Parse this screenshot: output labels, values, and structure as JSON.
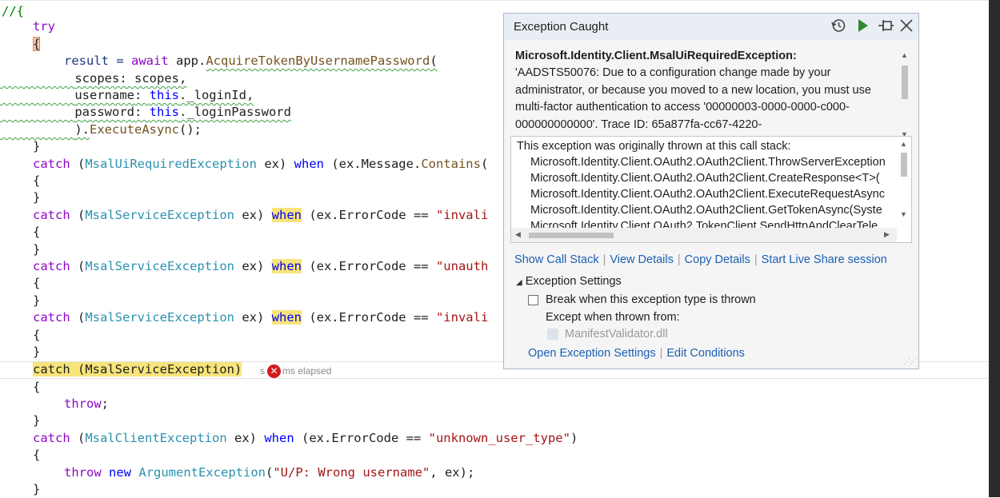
{
  "code": {
    "l0": "//{",
    "l1_try": "try",
    "l2_brace": "{",
    "l3_result": "result = ",
    "l3_await": "await",
    "l3_app": " app.",
    "l3_method": "AcquireTokenByUsernamePassword",
    "l3_paren": "(",
    "l4_name": "scopes",
    "l4_rest": ": scopes,",
    "l5_name": "username",
    "l5_colon": ": ",
    "l5_this": "this",
    "l5_rest": "._loginId,",
    "l6_name": "password",
    "l6_colon": ": ",
    "l6_this": "this",
    "l6_rest": "._loginPassword",
    "l7_open": ").",
    "l7_method": "ExecuteAsync",
    "l7_close": "();",
    "close": "}",
    "open": "{",
    "catch": "catch",
    "when": "when",
    "c1_type": "MsalUiRequiredException",
    "c1_mid": " ex) ",
    "c1_tail": " (ex.Message.",
    "c1_contains": "Contains",
    "c1_paren": "(",
    "c2_type": "MsalServiceException",
    "c2_mid": " ex) ",
    "c2_tail": " (ex.ErrorCode == ",
    "c2_str": "\"invali",
    "c3_str": "\"unauth",
    "c4_str": "\"invali",
    "c5_text": "catch (MsalServiceException)",
    "perf_text": "ms elapsed",
    "perf_prefix": "s",
    "throw": "throw",
    "throw_semi": ";",
    "c6_type": "MsalClientException",
    "c6_str": "\"unknown_user_type\"",
    "c6_close": ")",
    "t2_new": "new",
    "t2_type": "ArgumentException",
    "t2_str": "\"U/P: Wrong username\"",
    "t2_rest": ", ex);",
    "t2_open": "(",
    "space": " ",
    "paren_open": " ("
  },
  "popup": {
    "title": "Exception Caught",
    "exception_type": "Microsoft.Identity.Client.MsalUiRequiredException:",
    "exception_message": "'AADSTS50076: Due to a configuration change made by your administrator, or because you moved to a new location, you must use multi-factor authentication to access '00000003-0000-0000-c000-000000000000'. Trace ID: 65a877fa-cc67-4220-",
    "stack_header": "This exception was originally thrown at this call stack:",
    "stack": [
      "Microsoft.Identity.Client.OAuth2.OAuth2Client.ThrowServerException",
      "Microsoft.Identity.Client.OAuth2.OAuth2Client.CreateResponse<T>(",
      "Microsoft.Identity.Client.OAuth2.OAuth2Client.ExecuteRequestAsync",
      "Microsoft.Identity.Client.OAuth2.OAuth2Client.GetTokenAsync(Syste",
      "Microsoft.Identity.Client.OAuth2.TokenClient.SendHttpAndClearTele"
    ],
    "links": [
      "Show Call Stack",
      "View Details",
      "Copy Details",
      "Start Live Share session"
    ],
    "settings_label": "Exception Settings",
    "break_label": "Break when this exception type is thrown",
    "except_label": "Except when thrown from:",
    "module": "ManifestValidator.dll",
    "bottom_links": [
      "Open Exception Settings",
      "Edit Conditions"
    ]
  },
  "icons": {
    "history": "history-icon",
    "continue": "continue-play-icon",
    "pin": "pin-icon",
    "close": "close-icon"
  },
  "colors": {
    "keyword": "#0000ff",
    "control": "#8f08c4",
    "type": "#2b91af",
    "string": "#a31515",
    "highlight": "#f7e47a",
    "link": "#1a5fb4"
  }
}
